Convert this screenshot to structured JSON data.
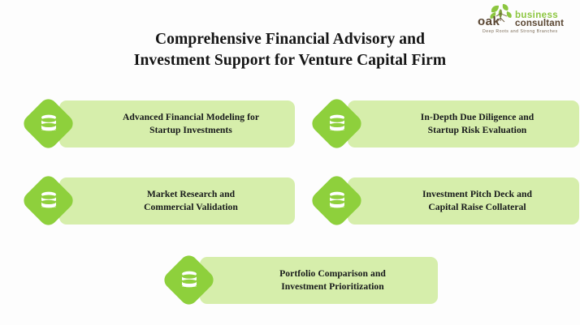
{
  "logo": {
    "brand_primary": "oak",
    "brand_word_1": "business",
    "brand_word_2": "consultant",
    "tagline": "Deep Roots and Strong Branches",
    "leaf_icon": "oak-leaf-branch-icon",
    "colors": {
      "leaf_green": "#8cc63f",
      "brand_brown": "#5a4632",
      "tagline_brown": "#7a6a56"
    }
  },
  "header": {
    "title_line_1": "Comprehensive Financial Advisory and",
    "title_line_2": "Investment Support for Venture Capital Firm"
  },
  "theme": {
    "background": "#fdfdfd",
    "diamond_green": "#8ed03c",
    "bar_light_green": "#d6eeab",
    "text_dark": "#16181a"
  },
  "cards": [
    {
      "id": "advanced-financial-modeling",
      "icon": "database-icon",
      "line_1": "Advanced Financial Modeling for",
      "line_2": "Startup Investments"
    },
    {
      "id": "in-depth-due-diligence",
      "icon": "database-icon",
      "line_1": "In-Depth Due Diligence and",
      "line_2": "Startup Risk Evaluation"
    },
    {
      "id": "market-research",
      "icon": "database-icon",
      "line_1": "Market Research and",
      "line_2": "Commercial Validation"
    },
    {
      "id": "investment-pitch-deck",
      "icon": "database-icon",
      "line_1": "Investment Pitch Deck and",
      "line_2": "Capital Raise Collateral"
    },
    {
      "id": "portfolio-comparison",
      "icon": "database-icon",
      "line_1": "Portfolio Comparison and",
      "line_2": "Investment Prioritization"
    }
  ]
}
